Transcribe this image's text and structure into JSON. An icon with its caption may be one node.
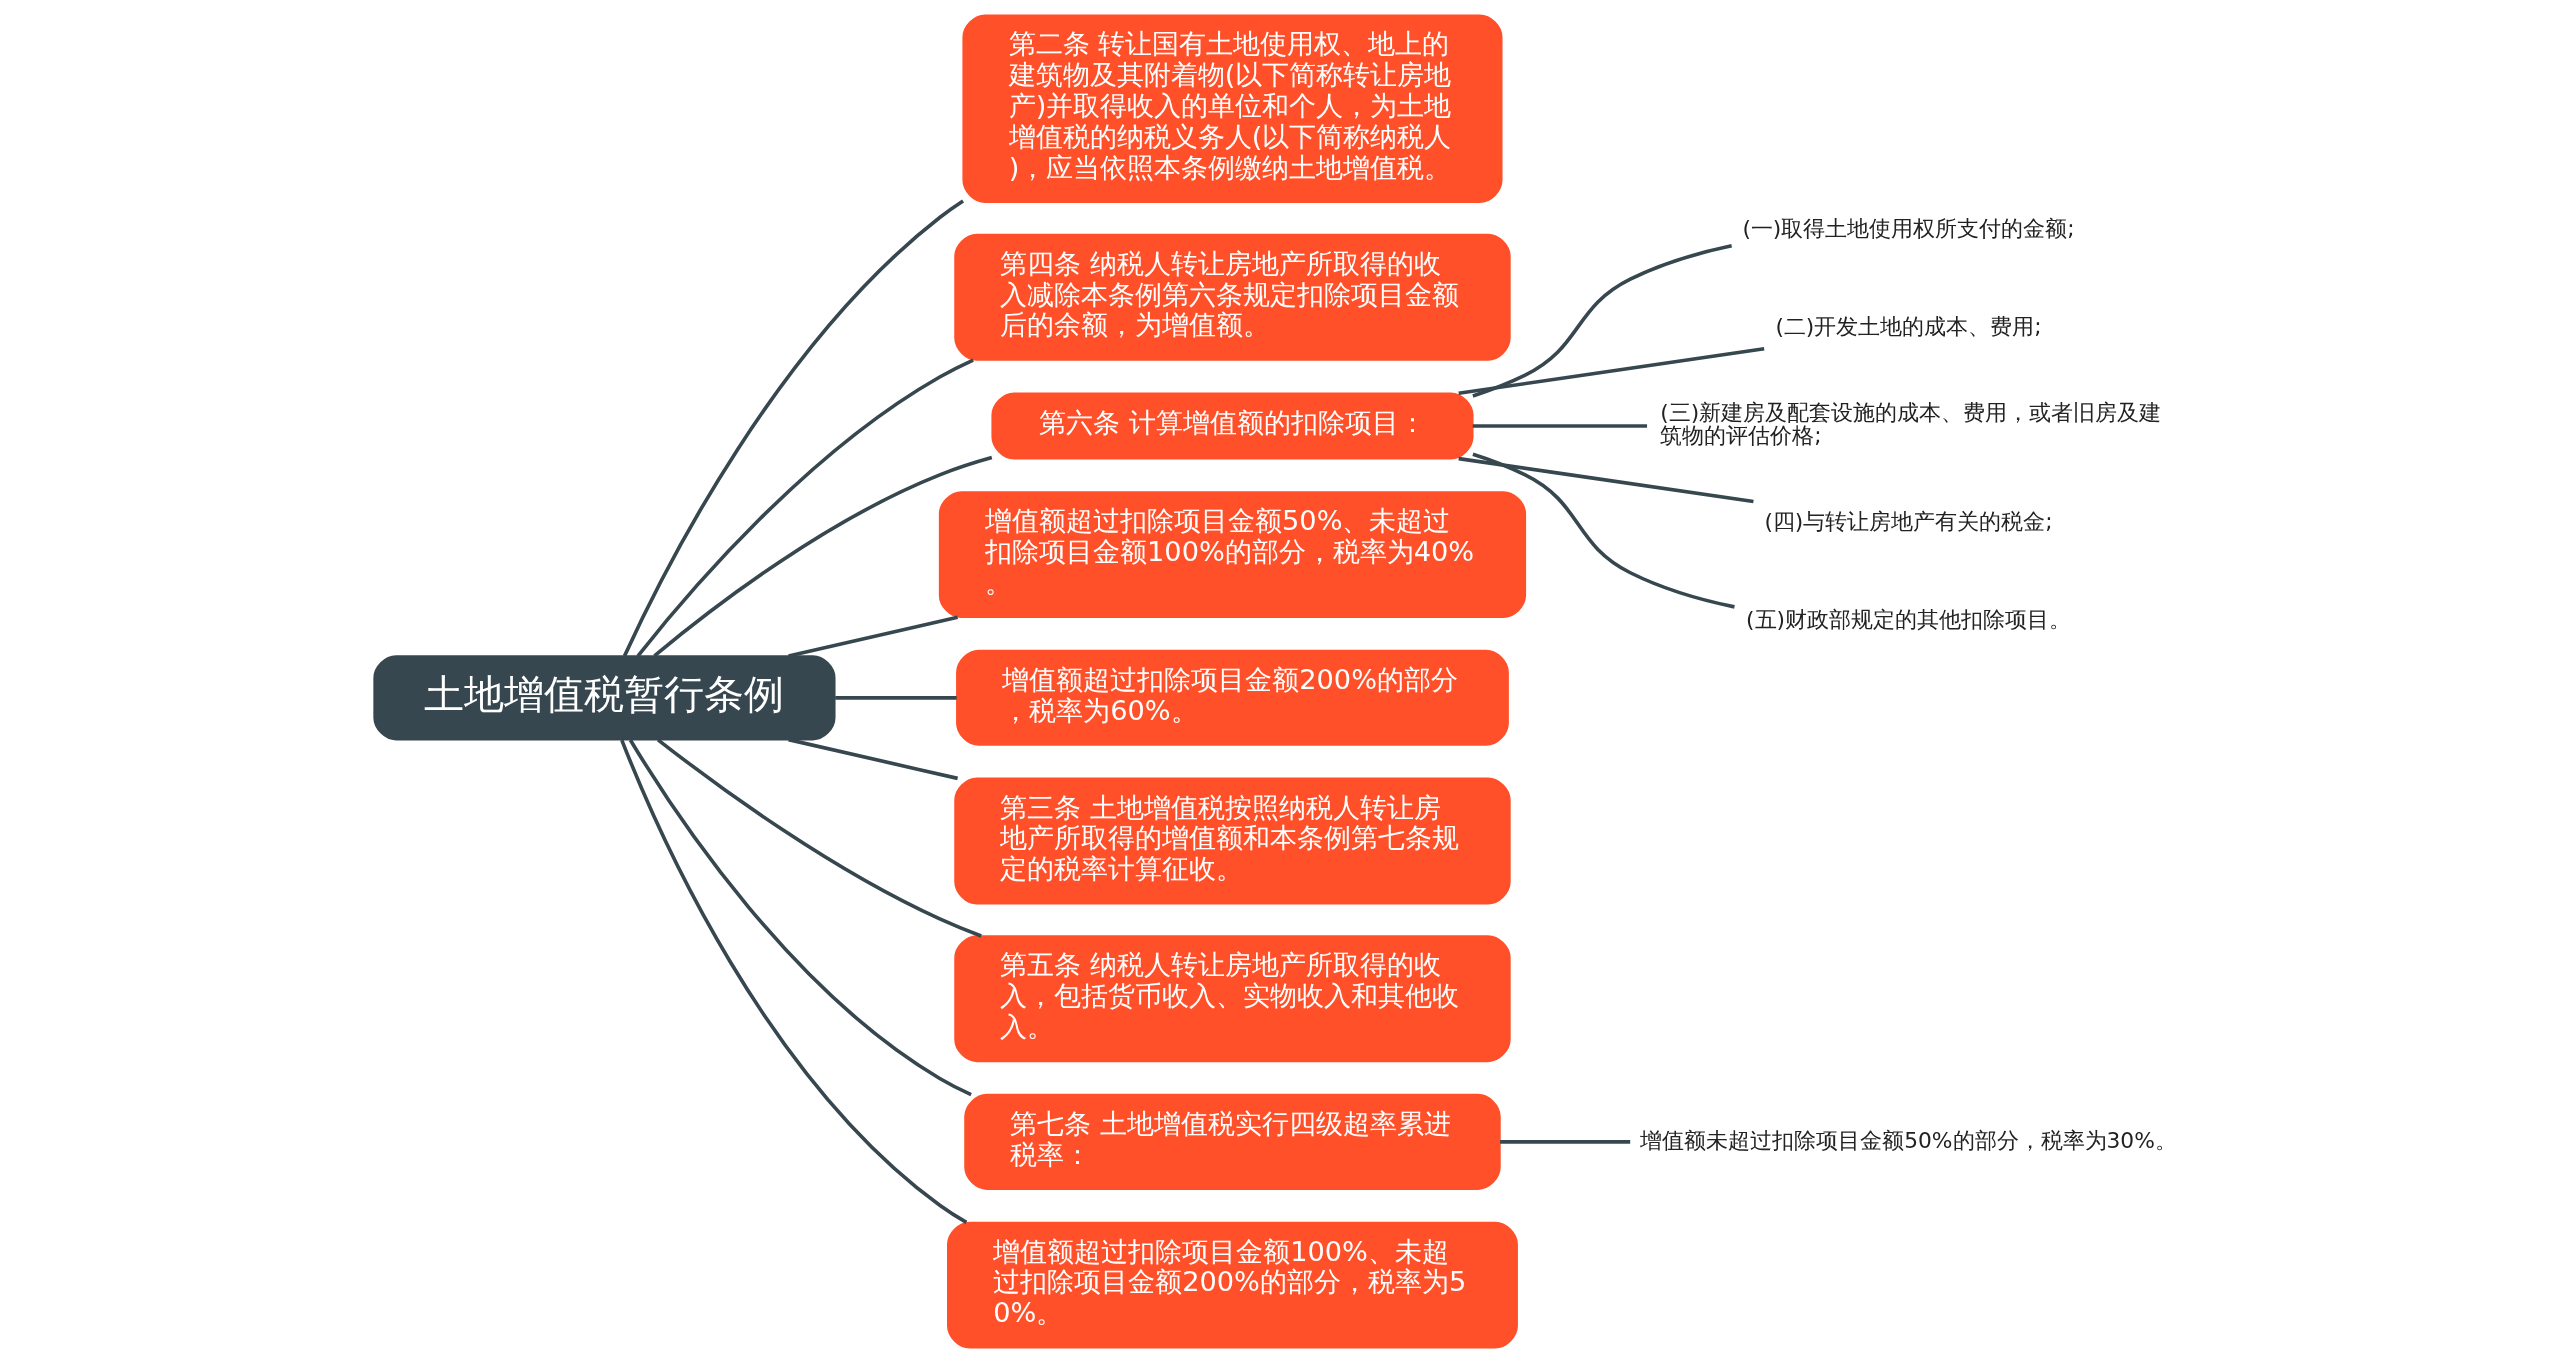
{
  "diagram": {
    "nodes": [
      {
        "text": [
          "土地增值税暂行条例"
        ]
      },
      {
        "text": [
          "第二条 转让国有土地使用权、地上的建筑物及其附着物(以下简称转让房地产)并取得收入的单位和个人，为土地增值税的纳税义务人(以下简称纳税人)，应当依照本条例缴纳土地增值税。"
        ]
      },
      {
        "text": [
          "第四条 纳税人转让房地产所取得的收入减除本条例第六条规定扣除项目金额后的余额，为增值额。"
        ]
      },
      {
        "text": [
          "第六条 计算增值额的扣除项目："
        ]
      },
      {
        "text": [
          "(一)取得土地使用权所支付的金额;"
        ]
      },
      {
        "text": [
          "(二)开发土地的成本、费用;"
        ]
      },
      {
        "text": [
          "(三)新建房及配套设施的成本、费用，或者旧房及建筑物的评估价格;"
        ]
      },
      {
        "text": [
          "(四)与转让房地产有关的税金;"
        ]
      },
      {
        "text": [
          "(五)财政部规定的其他扣除项目。"
        ]
      },
      {
        "text": [
          "增值额超过扣除项目金额50%、未超过扣除项目金额100%的部分，税率为40%。"
        ]
      },
      {
        "text": [
          "增值额超过扣除项目金额200%的部分，税率为60%。"
        ]
      },
      {
        "text": [
          "第三条 土地增值税按照纳税人转让房地产所取得的增值额和本条例第七条规定的税率计算征收。"
        ]
      },
      {
        "text": [
          "第五条 纳税人转让房地产所取得的收入，包括货币收入、实物收入和其他收入。"
        ]
      },
      {
        "text": [
          "第七条 土地增值税实行四级超率累进税率："
        ]
      },
      {
        "text": [
          "增值额未超过扣除项目金额50%的部分，税率为30%。"
        ]
      },
      {
        "text": [
          "增值额超过扣除项目金额100%、未超过扣除项目金额200%的部分，税率为50%。"
        ]
      }
    ],
    "edges": [
      {
        "from": 0,
        "to": 1,
        "arrow": "none"
      },
      {
        "from": 0,
        "to": 2,
        "arrow": "none"
      },
      {
        "from": 0,
        "to": 3,
        "arrow": "none"
      },
      {
        "from": 3,
        "to": 4,
        "arrow": "none"
      },
      {
        "from": 3,
        "to": 5,
        "arrow": "none"
      },
      {
        "from": 3,
        "to": 6,
        "arrow": "none"
      },
      {
        "from": 3,
        "to": 7,
        "arrow": "none"
      },
      {
        "from": 3,
        "to": 8,
        "arrow": "none"
      },
      {
        "from": 0,
        "to": 9,
        "arrow": "none"
      },
      {
        "from": 0,
        "to": 10,
        "arrow": "none"
      },
      {
        "from": 0,
        "to": 11,
        "arrow": "none"
      },
      {
        "from": 0,
        "to": 12,
        "arrow": "none"
      },
      {
        "from": 0,
        "to": 13,
        "arrow": "none"
      },
      {
        "from": 13,
        "to": 14,
        "arrow": "none"
      },
      {
        "from": 0,
        "to": 15,
        "arrow": "none"
      }
    ]
  }
}
